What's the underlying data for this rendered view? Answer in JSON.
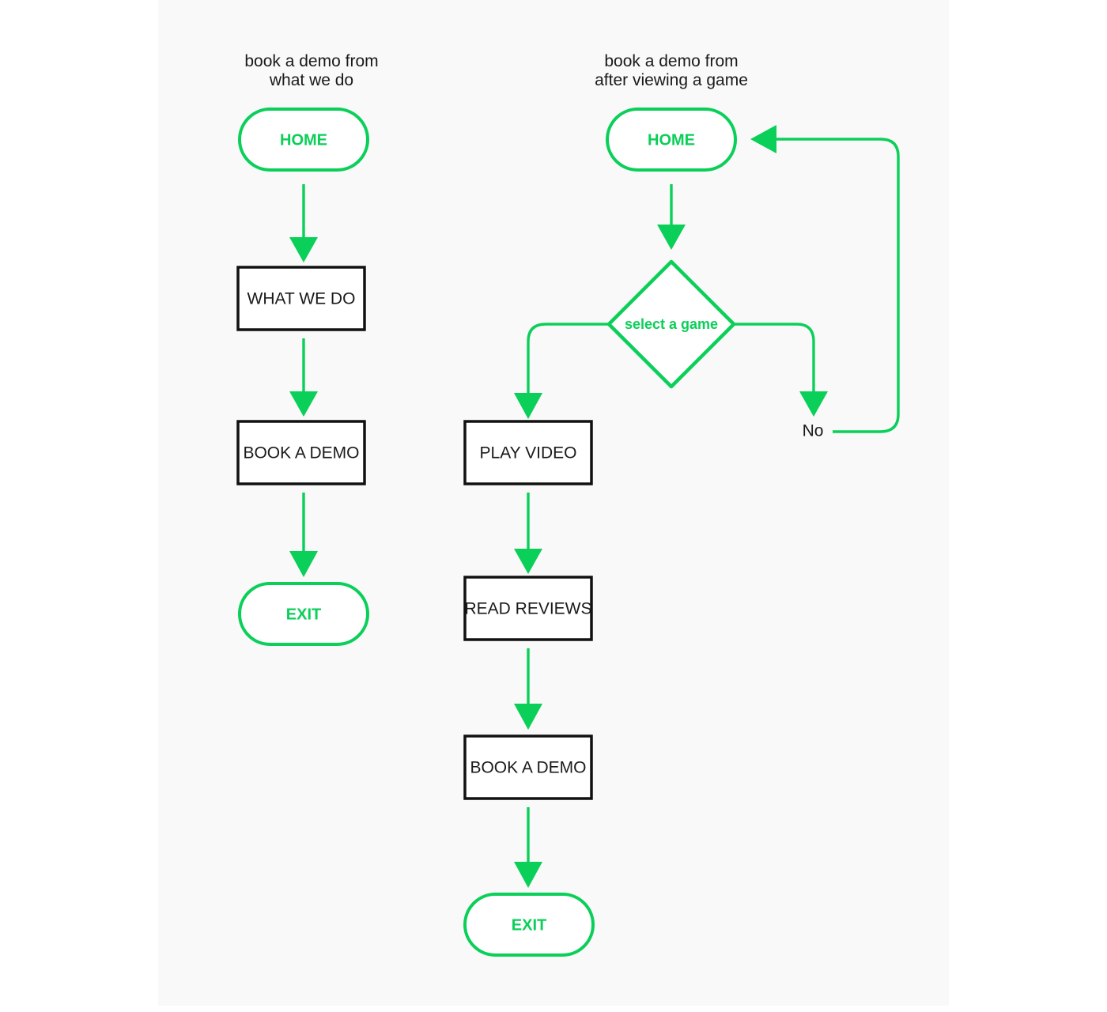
{
  "canvas": {
    "background": "#f9f9f9",
    "page_background": "#ffffff",
    "accent_green": "#0ACF58",
    "node_stroke_dark": "#111111",
    "text_dark": "#1a1a1a"
  },
  "columns": [
    {
      "id": "left",
      "title_line1": "book a demo from",
      "title_line2": "what we do",
      "nodes": [
        {
          "id": "home-left",
          "type": "terminator",
          "label": "HOME"
        },
        {
          "id": "what-we-do",
          "type": "process",
          "label": "WHAT WE DO"
        },
        {
          "id": "book-a-demo-left",
          "type": "process",
          "label": "BOOK A DEMO"
        },
        {
          "id": "exit-left",
          "type": "terminator",
          "label": "EXIT"
        }
      ]
    },
    {
      "id": "right",
      "title_line1": "book a demo from",
      "title_line2": "after viewing a game",
      "nodes": [
        {
          "id": "home-right",
          "type": "terminator",
          "label": "HOME"
        },
        {
          "id": "select-a-game",
          "type": "decision",
          "label": "select a game"
        },
        {
          "id": "play-video",
          "type": "process",
          "label": "PLAY VIDEO"
        },
        {
          "id": "read-reviews",
          "type": "process",
          "label": "READ REVIEWS"
        },
        {
          "id": "book-a-demo-right",
          "type": "process",
          "label": "BOOK A DEMO"
        },
        {
          "id": "exit-right",
          "type": "terminator",
          "label": "EXIT"
        }
      ],
      "branch_labels": [
        {
          "id": "no-branch",
          "label": "No"
        }
      ]
    }
  ]
}
